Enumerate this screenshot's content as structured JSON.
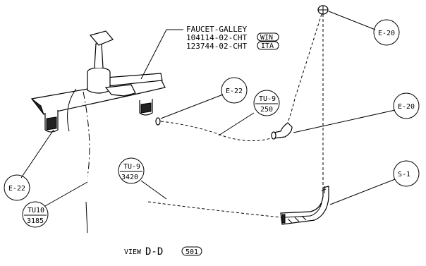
{
  "title_block": {
    "line1": "FAUCET-GALLEY",
    "line2_part": "104114-02-CHT",
    "line2_tag": "WIN",
    "line3_part": "123744-02-CHT",
    "line3_tag": "ITA"
  },
  "callouts": {
    "e20_top": "E-20",
    "e22_mid": "E-22",
    "tu9_250_top": "TU-9",
    "tu9_250_bottom": "250",
    "e20_right": "E-20",
    "e22_left": "E-22",
    "tu9_3420_top": "TU-9",
    "tu9_3420_bottom": "3420",
    "s1": "S-1",
    "tu10_top": "TU10",
    "tu10_bottom": "3185"
  },
  "view_label": {
    "prefix": "VIEW",
    "name": "D-D",
    "sheet": "501"
  }
}
